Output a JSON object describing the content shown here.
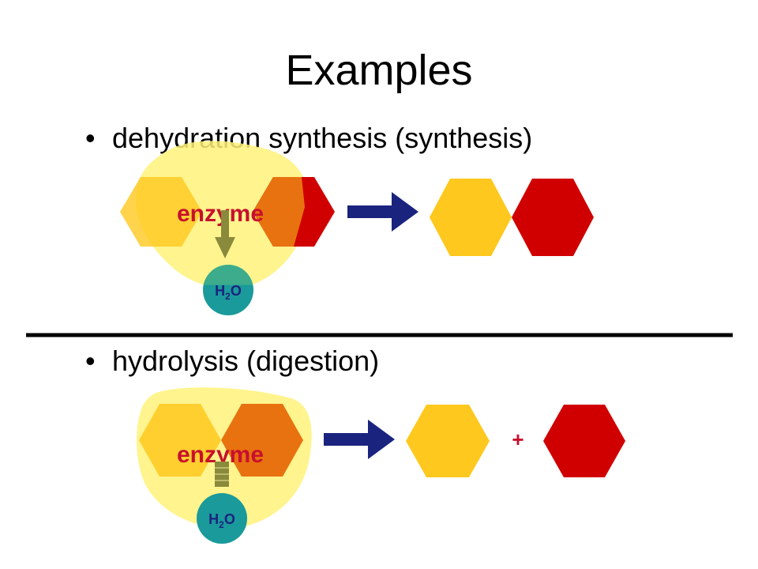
{
  "slide": {
    "title": "Examples",
    "bullets": [
      {
        "text": "dehydration synthesis (synthesis)"
      },
      {
        "text": "hydrolysis (digestion)"
      }
    ]
  },
  "diagrams": {
    "synthesis": {
      "enzyme_label": "enzyme",
      "water_label": {
        "main": "H",
        "sub": "2",
        "tail": "O"
      }
    },
    "hydrolysis": {
      "enzyme_label": "enzyme",
      "water_label": {
        "main": "H",
        "sub": "2",
        "tail": "O"
      },
      "plus_sign": "+"
    }
  },
  "colors": {
    "yellow_hexagon": "#FFC81E",
    "red_hexagon": "#D10000",
    "orange_overlap": "#E8720F",
    "enzyme_blob": "#FFF27A",
    "enzyme_text": "#C8102E",
    "arrow": "#1A237E",
    "water": "#1A9A9A",
    "water_arrow": "#8A8A3C",
    "divider": "#000000"
  },
  "icons": [
    "arrow-right-icon",
    "arrow-down-icon",
    "water-molecule-icon"
  ]
}
